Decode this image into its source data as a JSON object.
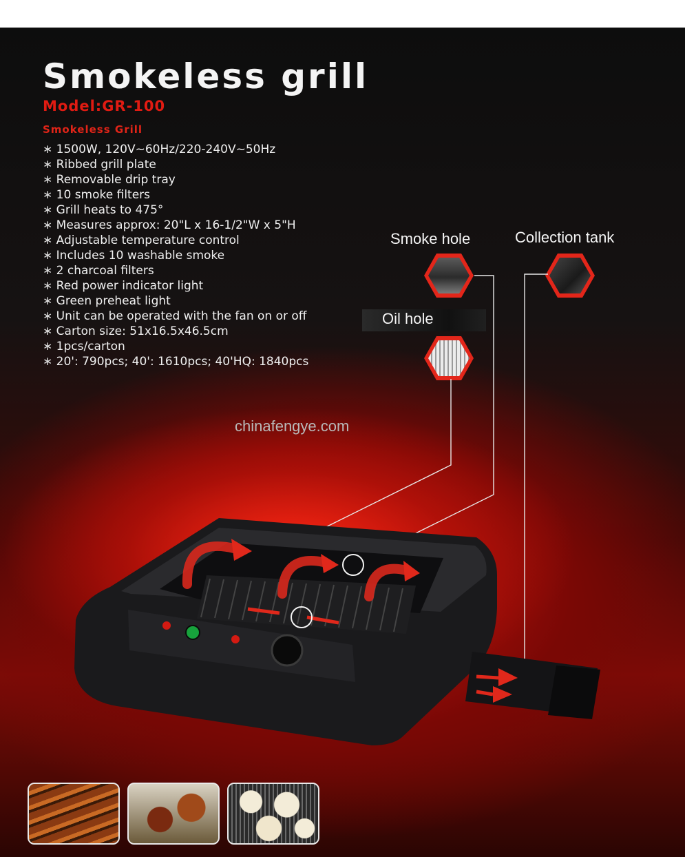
{
  "title": "Smokeless grill",
  "model": "Model:GR-100",
  "subtitle": "Smokeless Grill",
  "specs": [
    "1500W, 120V~60Hz/220-240V~50Hz",
    "Ribbed grill plate",
    "Removable drip tray",
    "10 smoke filters",
    "Grill heats to 475°",
    "Measures approx: 20\"L x 16-1/2\"W x 5\"H",
    "Adjustable temperature control",
    "Includes 10 washable smoke",
    "2 charcoal filters",
    "Red power indicator light",
    "Green preheat light",
    "Unit can be operated with the fan on or off",
    "Carton size: 51x16.5x46.5cm",
    "1pcs/carton",
    "20': 790pcs; 40': 1610pcs; 40'HQ: 1840pcs"
  ],
  "callouts": {
    "smoke_hole": "Smoke hole",
    "collection_tank": "Collection tank",
    "oil_hole": "Oil hole"
  },
  "watermark": "chinafengye.com",
  "colors": {
    "accent_red": "#e11b12",
    "hex_red": "#e3261a",
    "text_light": "#f0f0f0"
  }
}
